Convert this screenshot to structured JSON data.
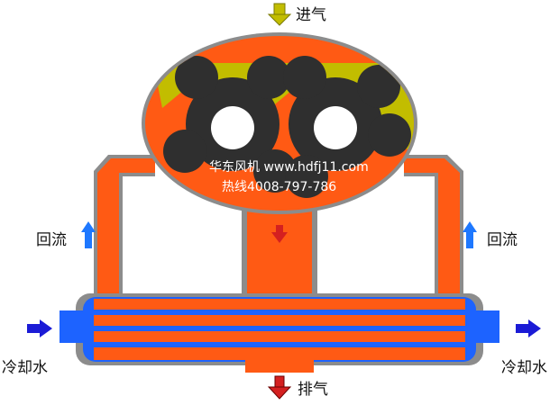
{
  "labels": {
    "intake": "进气",
    "exhaust": "排气",
    "reflux_left": "回流",
    "reflux_right": "回流",
    "coolant_left": "冷却水",
    "coolant_right": "冷却水"
  },
  "watermark": {
    "line1": "华东风机 www.hdfj11.com",
    "line2": "热线4008-797-786"
  },
  "colors": {
    "hot_gas": "#ff5a14",
    "intake_gas": "#c2bd00",
    "rotor": "#2f2f2f",
    "coolant": "#1d63ff",
    "casing": "#8c8c8c",
    "arrow_intake": "#c2bd00",
    "arrow_exhaust": "#d42020",
    "arrow_reflux": "#1e78ff",
    "arrow_coolant": "#1b1bd6"
  }
}
